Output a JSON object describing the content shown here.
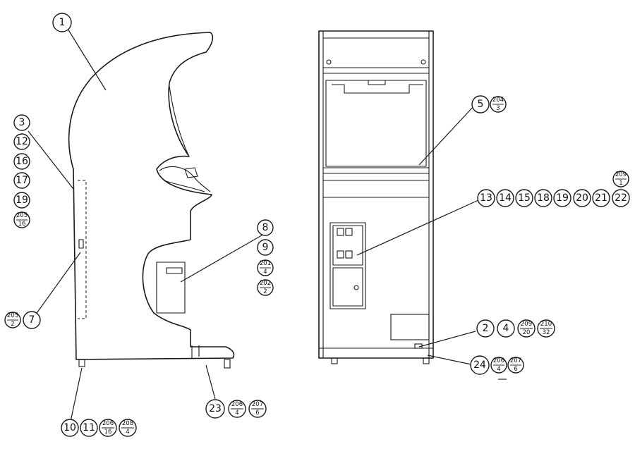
{
  "callouts": {
    "c1": "1",
    "c3": "3",
    "c12": "12",
    "c16": "16",
    "c17": "17",
    "c19a": "19",
    "c205_16": {
      "top": "205",
      "bottom": "16"
    },
    "c205_2": {
      "top": "205",
      "bottom": "2"
    },
    "c7": "7",
    "c8": "8",
    "c9": "9",
    "c201_4": {
      "top": "201",
      "bottom": "4"
    },
    "c202_2": {
      "top": "202",
      "bottom": "2"
    },
    "c10": "10",
    "c11": "11",
    "c206_16": {
      "top": "206",
      "bottom": "16"
    },
    "c208_4": {
      "top": "208",
      "bottom": "4"
    },
    "c23": "23",
    "c206_4a": {
      "top": "206",
      "bottom": "4"
    },
    "c207_6a": {
      "top": "207",
      "bottom": "6"
    },
    "c5": "5",
    "c204_3": {
      "top": "204",
      "bottom": "3"
    },
    "c209_1": {
      "top": "209",
      "bottom": "1"
    },
    "c13": "13",
    "c14": "14",
    "c15": "15",
    "c18": "18",
    "c19b": "19",
    "c20": "20",
    "c21": "21",
    "c22": "22",
    "c2": "2",
    "c4": "4",
    "c209_20": {
      "top": "209",
      "bottom": "20"
    },
    "c210_32": {
      "top": "210",
      "bottom": "32"
    },
    "c24": "24",
    "c206_4b": {
      "top": "206",
      "bottom": "4"
    },
    "c207_6b": {
      "top": "207",
      "bottom": "6"
    }
  }
}
